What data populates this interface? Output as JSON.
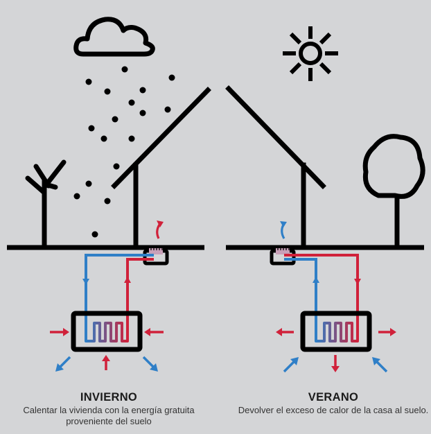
{
  "captions": {
    "winter": {
      "title": "INVIERNO",
      "text": "Calentar la vivienda con la energía gratuita proveniente del suelo"
    },
    "summer": {
      "title": "VERANO",
      "text": "Devolver el exceso de calor de la casa al suelo."
    }
  },
  "colors": {
    "background": "#d4d5d7",
    "outline": "#000000",
    "hot_pipe": "#d0213a",
    "cold_pipe": "#2f7fc7"
  },
  "icons": [
    "cloud-icon",
    "rain-drops",
    "sun-icon",
    "bare-tree-icon",
    "round-tree-icon",
    "house-roof"
  ]
}
